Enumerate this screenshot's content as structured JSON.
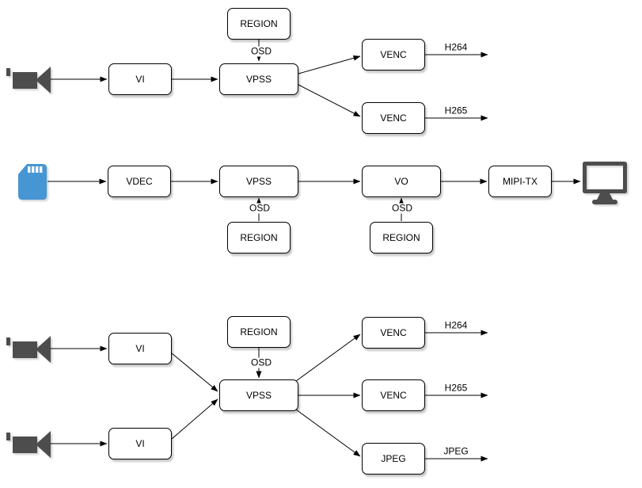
{
  "colors": {
    "background": "#ffffff",
    "box_fill": "#ffffff",
    "box_border": "#000000",
    "connector": "#000000",
    "camera_icon": "#4d4d4d",
    "monitor_icon": "#4d4d4d",
    "sd_card_icon": "#4696d3",
    "sd_card_pins": "#ffffff"
  },
  "icons": [
    "camera-icon",
    "sd-card-icon",
    "monitor-icon"
  ],
  "pipelines": [
    {
      "boxes": {
        "vi": "VI",
        "region": "REGION",
        "vpss": "VPSS",
        "venc_top": "VENC",
        "venc_bottom": "VENC"
      },
      "edge_labels": {
        "osd": "OSD",
        "out_top": "H264",
        "out_bottom": "H265"
      }
    },
    {
      "boxes": {
        "vdec": "VDEC",
        "vpss": "VPSS",
        "region_vpss": "REGION",
        "vo": "VO",
        "region_vo": "REGION",
        "mipi_tx": "MIPI-TX"
      },
      "edge_labels": {
        "osd_vpss": "OSD",
        "osd_vo": "OSD"
      }
    },
    {
      "boxes": {
        "vi_top": "VI",
        "vi_bottom": "VI",
        "region": "REGION",
        "vpss": "VPSS",
        "venc_top": "VENC",
        "venc_mid": "VENC",
        "jpeg": "JPEG"
      },
      "edge_labels": {
        "osd": "OSD",
        "out_top": "H264",
        "out_mid": "H265",
        "out_bottom": "JPEG"
      }
    }
  ]
}
